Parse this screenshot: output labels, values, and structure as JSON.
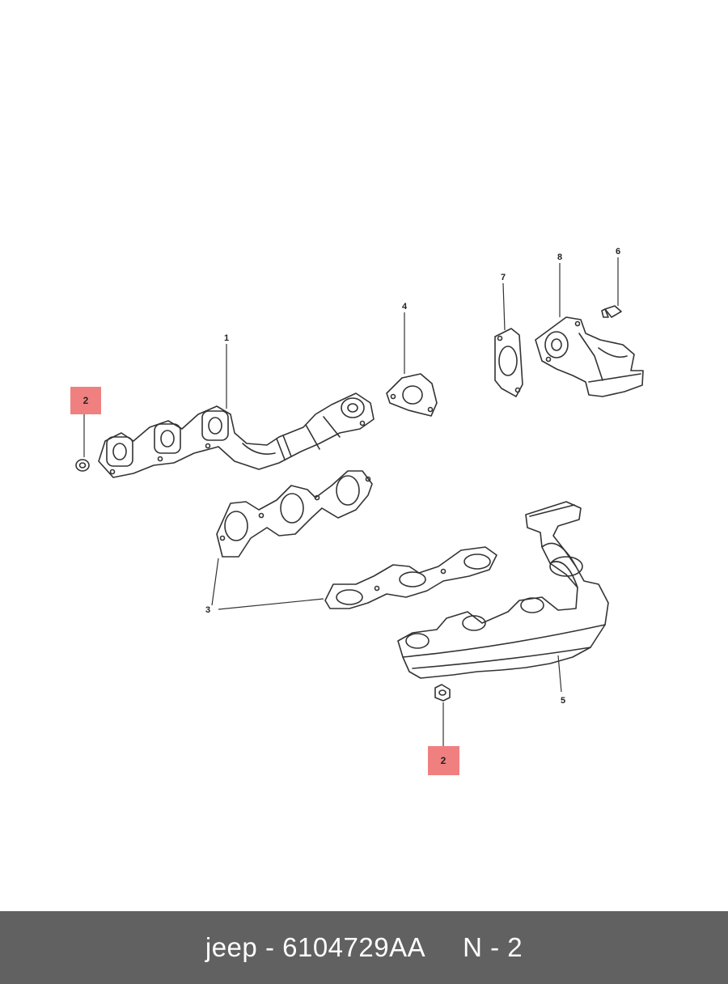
{
  "diagram": {
    "callouts": {
      "c1": "1",
      "c2a": "2",
      "c2b": "2",
      "c3": "3",
      "c4": "4",
      "c5": "5",
      "c6": "6",
      "c7": "7",
      "c8": "8"
    },
    "colors": {
      "line": "#333333",
      "highlight": "#f08080"
    }
  },
  "footer": {
    "brand": "jeep",
    "separator": "-",
    "part_number": "6104729AA",
    "ref_label": "N - 2",
    "background": "#616161"
  }
}
